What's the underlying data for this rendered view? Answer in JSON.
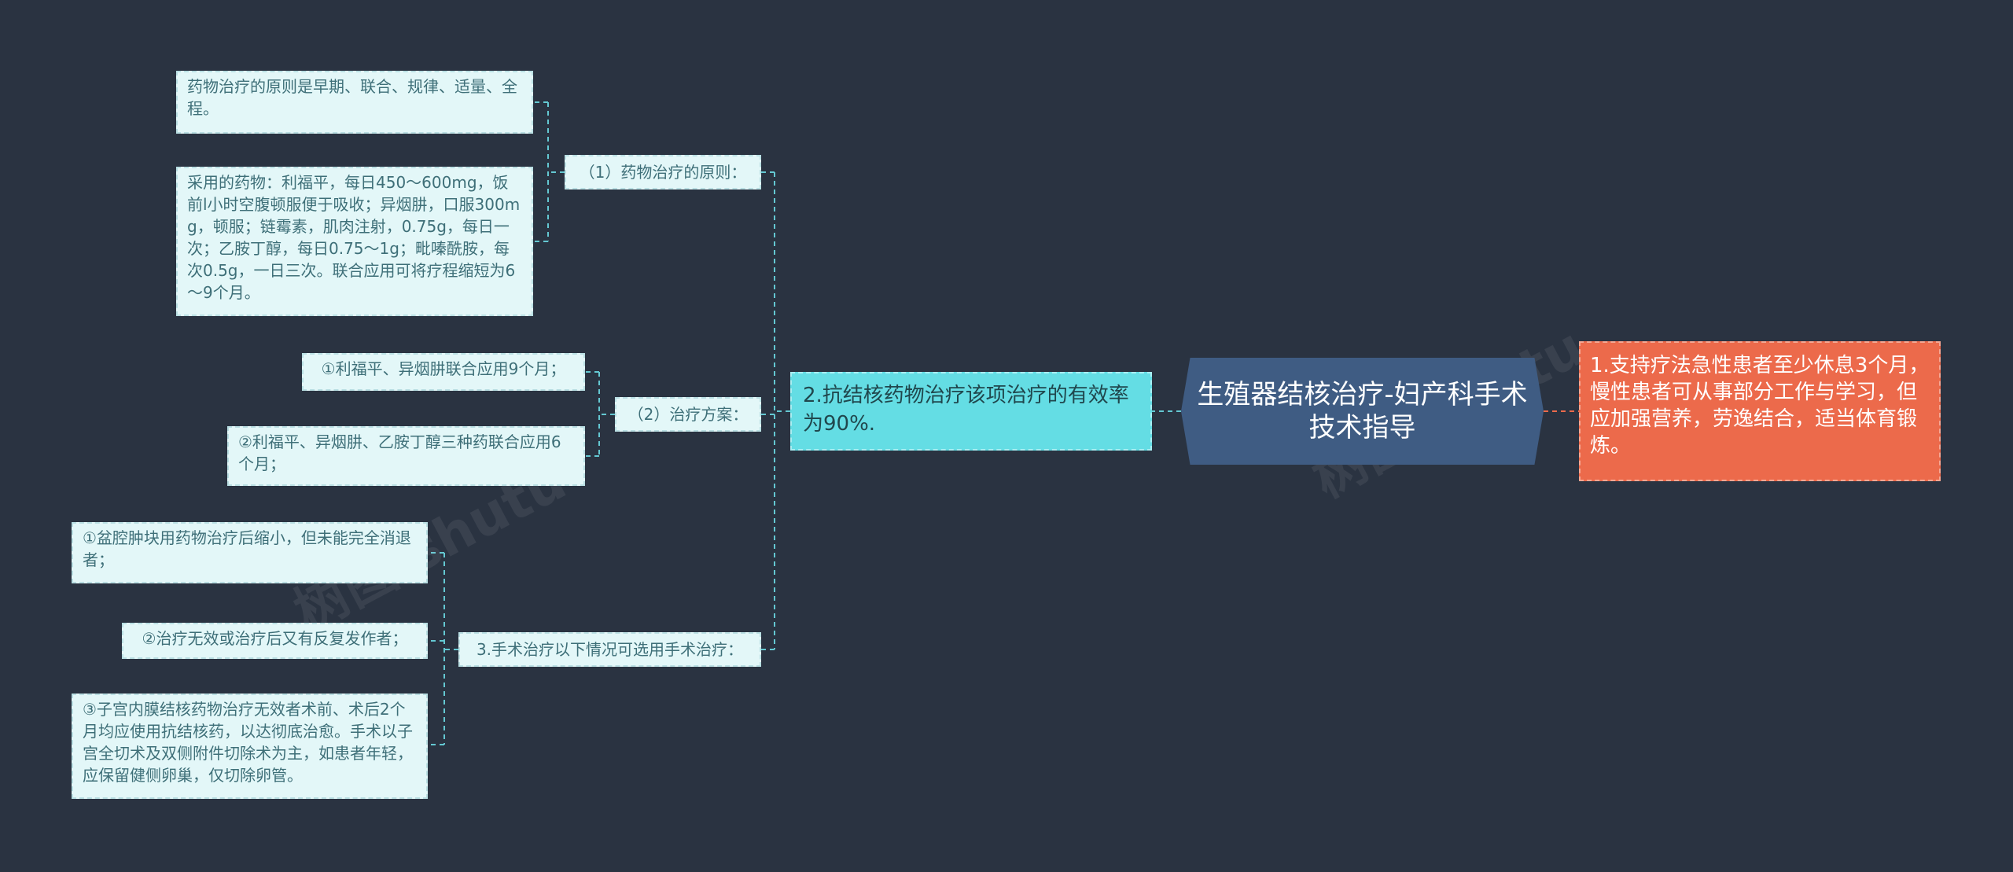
{
  "root": {
    "title": "生殖器结核治疗-妇产科手术技术指导"
  },
  "right": {
    "text": "1.支持疗法急性患者至少休息3个月，慢性患者可从事部分工作与学习，但应加强营养，劳逸结合，适当体育锻炼。"
  },
  "left": {
    "text": "2.抗结核药物治疗该项治疗的有效率为90%.",
    "principle": {
      "label": "（1）药物治疗的原则：",
      "items": [
        "药物治疗的原则是早期、联合、规律、适量、全程。",
        "采用的药物：利福平，每日450～600mg，饭前l小时空腹顿服便于吸收；异烟肼，口服300mg，顿服；链霉素，肌肉注射，0.75g，每日一次；乙胺丁醇，每日0.75～1g；毗嗪酰胺，每次0.5g，一日三次。联合应用可将疗程缩短为6～9个月。"
      ]
    },
    "plan": {
      "label": "（2）治疗方案：",
      "items": [
        "①利福平、异烟肼联合应用9个月；",
        "②利福平、异烟肼、乙胺丁醇三种药联合应用6个月；"
      ]
    }
  },
  "surgery": {
    "label": "3.手术治疗以下情况可选用手术治疗：",
    "items": [
      "①盆腔肿块用药物治疗后缩小，但未能完全消退者；",
      "②治疗无效或治疗后又有反复发作者；",
      "③子宫内膜结核药物治疗无效者术前、术后2个月均应使用抗结核药，以达彻底治愈。手术以子宫全切术及双侧附件切除术为主，如患者年轻，应保留健侧卵巢，仅切除卵管。"
    ]
  },
  "colors": {
    "background": "#2a3341",
    "root": "#3f5c83",
    "main_left": "#64dde4",
    "main_right": "#ec6a4b",
    "leaf": "#e3f7f8",
    "connector_left": "#64c8d2",
    "connector_right": "#ec6a4b"
  },
  "watermark": "树图 shutu"
}
